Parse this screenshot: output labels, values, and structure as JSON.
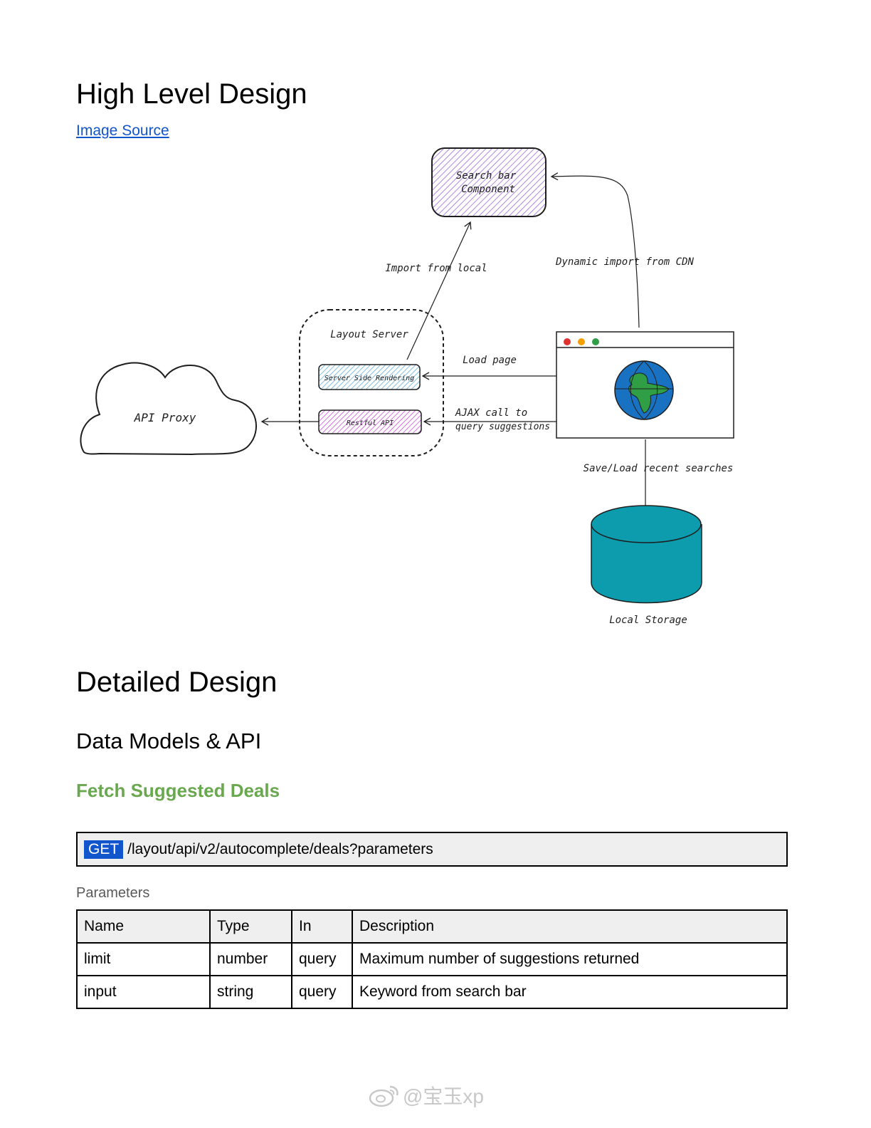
{
  "headings": {
    "high_level": "High Level Design",
    "detailed": "Detailed Design",
    "data_models": "Data Models & API",
    "fetch": "Fetch Suggested Deals"
  },
  "image_source_link": "Image Source",
  "diagram": {
    "search_bar_line1": "Search bar",
    "search_bar_line2": "Component",
    "import_from_local": "Import from local",
    "dynamic_import": "Dynamic import from CDN",
    "layout_server": "Layout Server",
    "ssr": "Server Side Rendering",
    "restful_api": "Restful API",
    "load_page": "Load page",
    "ajax_line1": "AJAX call to",
    "ajax_line2": "query suggestions",
    "api_proxy": "API Proxy",
    "save_load": "Save/Load recent searches",
    "local_storage": "Local Storage",
    "colors": {
      "search_bar_hatch": "#9c66e0",
      "ssr_hatch": "#4ea1d3",
      "restful_hatch": "#c13bd6",
      "storage": "#0c9cae",
      "globe_ocean": "#1971c2",
      "globe_land": "#2f9e44"
    }
  },
  "endpoint": {
    "method": "GET",
    "path": "/layout/api/v2/autocomplete/deals?parameters"
  },
  "parameters_label": "Parameters",
  "table": {
    "headers": [
      "Name",
      "Type",
      "In",
      "Description"
    ],
    "rows": [
      [
        "limit",
        "number",
        "query",
        "Maximum number of suggestions returned"
      ],
      [
        "input",
        "string",
        "query",
        "Keyword from search bar"
      ]
    ]
  },
  "watermark": "@宝玉xp"
}
